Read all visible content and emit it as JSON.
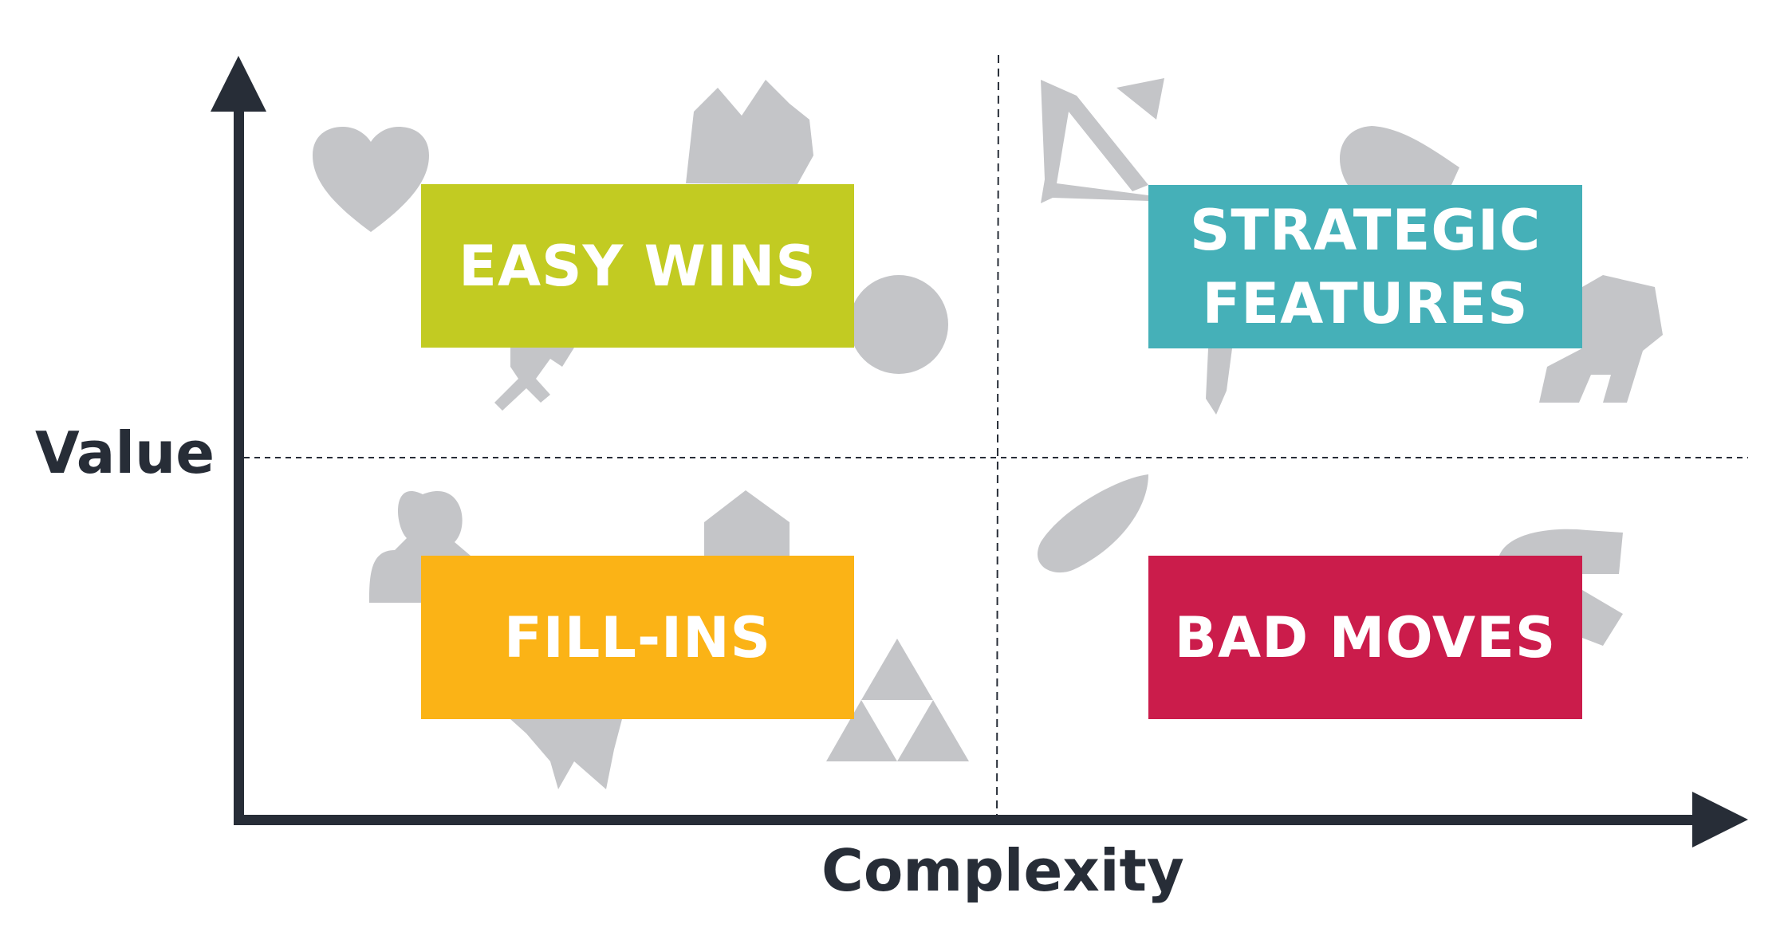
{
  "axes": {
    "y_label": "Value",
    "x_label": "Complexity"
  },
  "quadrants": [
    {
      "label": "EASY WINS",
      "color": "#c2cb22"
    },
    {
      "label": "STRATEGIC FEATURES",
      "color": "#45b0b8"
    },
    {
      "label": "FILL-INS",
      "color": "#fbb316"
    },
    {
      "label": "BAD MOVES",
      "color": "#cb1c4b"
    }
  ],
  "colors": {
    "axis": "#272d37",
    "icon": "#c4c5c8"
  }
}
